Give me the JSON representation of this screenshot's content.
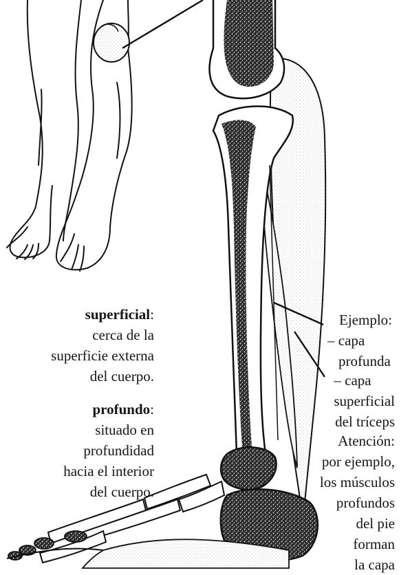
{
  "superficial": {
    "term": "superficial",
    "colon": ":",
    "lines": [
      "cerca de la",
      "superficie externa",
      "del cuerpo."
    ]
  },
  "profundo": {
    "term": "profundo",
    "colon": ":",
    "lines": [
      "situado en",
      "profundidad",
      "hacia el interior",
      "del cuerpo."
    ]
  },
  "example": {
    "title": "Ejemplo:",
    "deep_lines": [
      "– capa",
      "profunda"
    ],
    "superficial_lines": [
      "– capa",
      "superficial",
      "del tríceps"
    ]
  },
  "attention": {
    "lines": [
      "Atención:",
      "por ejemplo,",
      "los músculos",
      "profundos",
      "del pie",
      "forman",
      "la capa"
    ]
  }
}
